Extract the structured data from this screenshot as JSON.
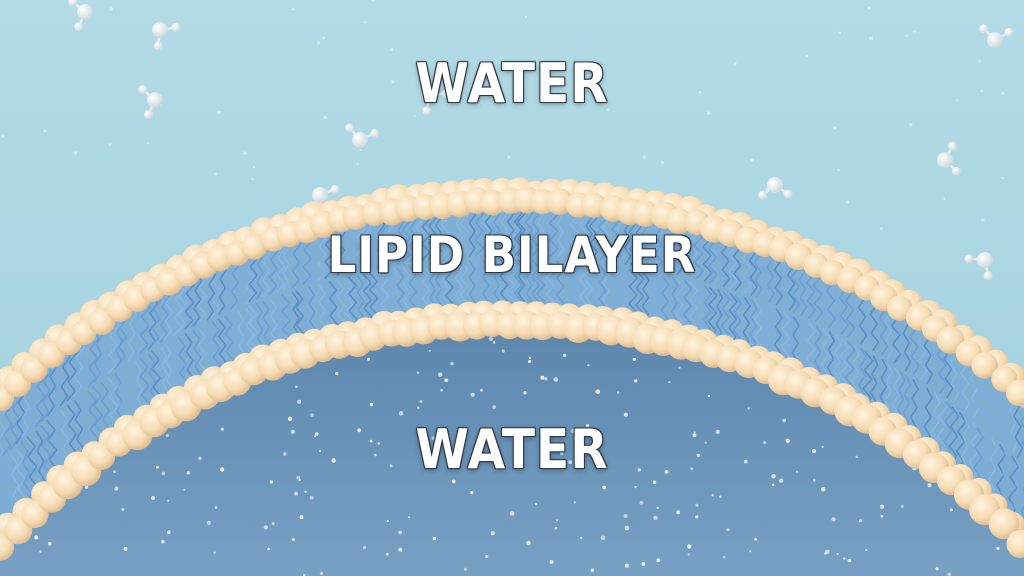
{
  "labels": {
    "outer_water": "WATER",
    "membrane": "LIPID BILAYER",
    "inner_water": "WATER"
  },
  "colors": {
    "outer_water": "#a8d4e2",
    "inner_water": "#6b95b8",
    "lipid_head": "#f6dcb4",
    "lipid_tail": "#6a9fd8"
  }
}
